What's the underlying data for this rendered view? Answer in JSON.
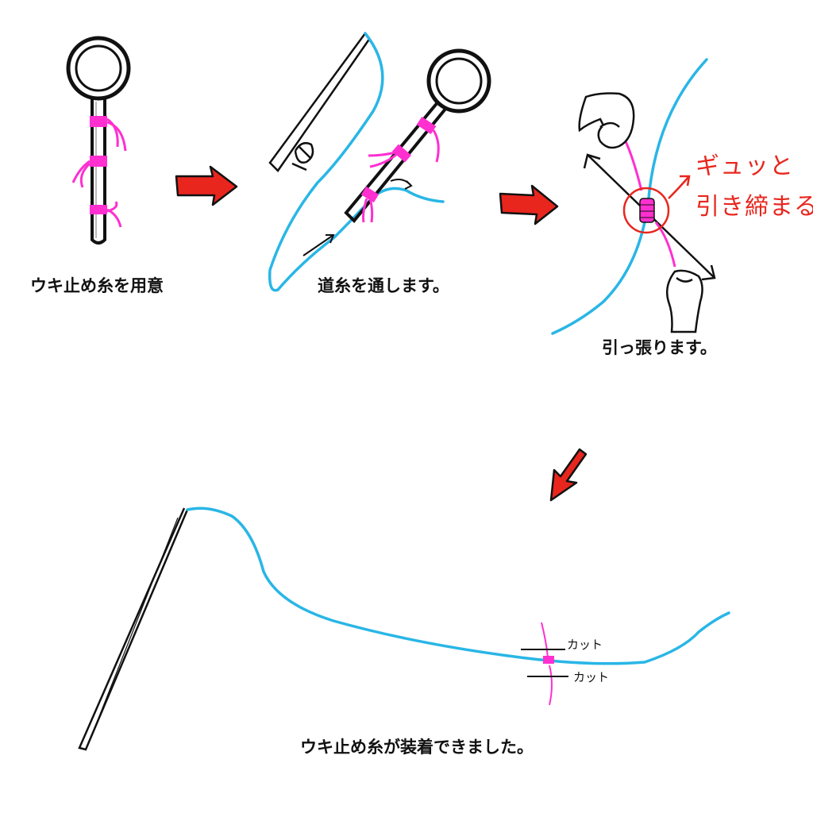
{
  "steps": [
    {
      "caption": "ウキ止め糸を用意"
    },
    {
      "caption": "道糸を通します。"
    },
    {
      "caption": "引っ張ります。",
      "annotation_line1": "ギュッと",
      "annotation_line2": "引き締まる。"
    },
    {
      "caption": "ウキ止め糸が装着できました。",
      "cut_label_1": "カット",
      "cut_label_2": "カット"
    }
  ],
  "colors": {
    "fishing_line": "#29b6e6",
    "stopper_thread": "#ff2fd0",
    "arrow_red": "#e8261e",
    "annotation_red": "#e8261e",
    "ink": "#111111"
  },
  "icons": [
    "threader-tool",
    "fishing-rod",
    "hand",
    "direction-arrow",
    "red-step-arrow",
    "highlight-circle"
  ]
}
